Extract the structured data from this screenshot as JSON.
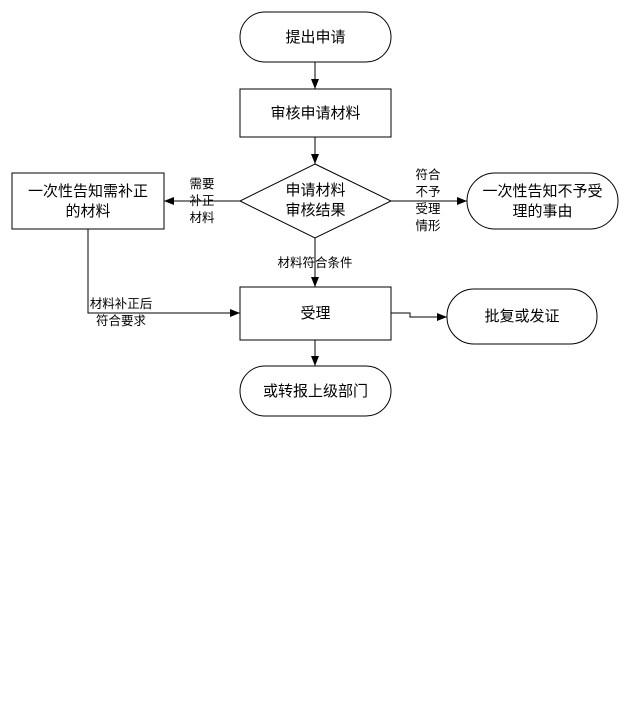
{
  "nodes": {
    "start": "提出申请",
    "review_materials": "审核申请材料",
    "decision": [
      "申请材料",
      "审核结果"
    ],
    "notify_supplement": [
      "一次性告知需补正",
      "的材料"
    ],
    "notify_reject": [
      "一次性告知不予受",
      "理的事由"
    ],
    "accept": "受理",
    "approve": "批复或发证",
    "forward": "或转报上级部门"
  },
  "edge_labels": {
    "need_supplement": [
      "需要",
      "补正",
      "材料"
    ],
    "reject": [
      "符合",
      "不予",
      "受理",
      "情形"
    ],
    "qualified": "材料符合条件",
    "after_supplement": [
      "材料补正后",
      "符合要求"
    ]
  }
}
